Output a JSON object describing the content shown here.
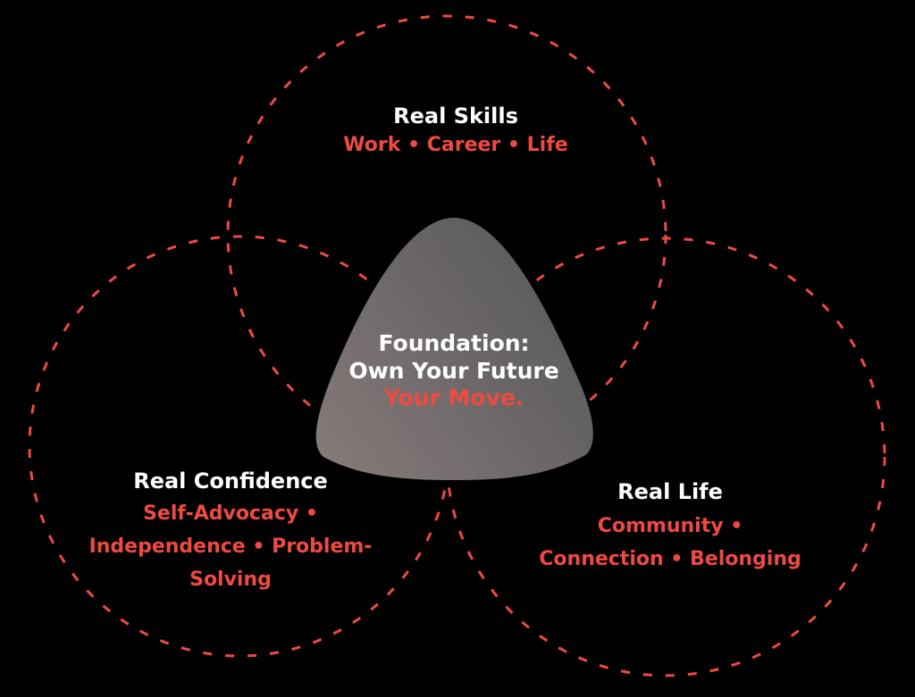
{
  "colors": {
    "background": "#000000",
    "accent": "#ef4a40",
    "text_primary": "#ffffff",
    "center_gradient_start": "#857a7a",
    "center_gradient_end": "#5a5a5a"
  },
  "circles": [
    {
      "id": "real-skills",
      "title": "Real Skills",
      "subtitle_lines": [
        "Work • Career • Life"
      ]
    },
    {
      "id": "real-confidence",
      "title": "Real Confidence",
      "subtitle_lines": [
        "Self-Advocacy •",
        "Independence • Problem-",
        "Solving"
      ]
    },
    {
      "id": "real-life",
      "title": "Real Life",
      "subtitle_lines": [
        "Community •",
        "Connection • Belonging"
      ]
    }
  ],
  "center": {
    "title_lines": [
      "Foundation:",
      "Own Your Future"
    ],
    "tagline": "Your Move."
  }
}
